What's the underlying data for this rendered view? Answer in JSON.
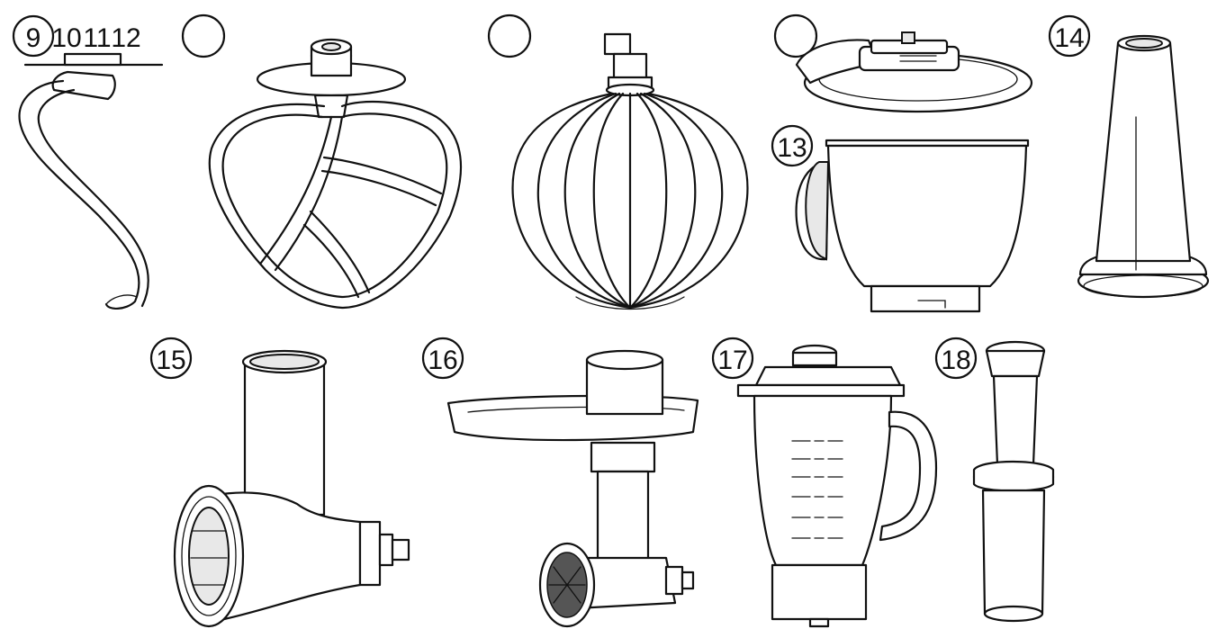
{
  "labels": {
    "l9": "9",
    "l10": "10",
    "l11": "11",
    "l12": "12",
    "l13": "13",
    "l14": "14",
    "l15": "15",
    "l16": "16",
    "l17": "17",
    "l18": "18"
  }
}
